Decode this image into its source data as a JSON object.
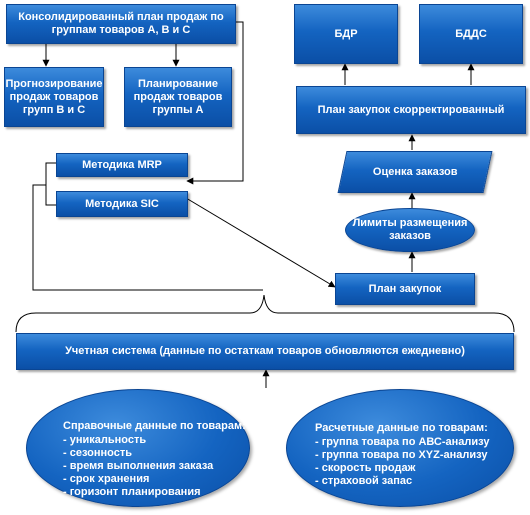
{
  "nodes": {
    "consolidated": "Консолидированный план продаж по группам товаров А, В и С",
    "forecast_bc": "Прогнозирование продаж товаров групп В и С",
    "planning_a": "Планирование продаж товаров группы А",
    "mrp": "Методика MRP",
    "sic": "Методика SIC",
    "bdr": "БДР",
    "bdds": "БДДС",
    "purchase_plan_corrected": "План закупок скорректированный",
    "order_evaluation": "Оценка заказов",
    "order_limits": "Лимиты размещения заказов",
    "purchase_plan": "План закупок",
    "accounting_system": "Учетная система (данные по остаткам товаров обновляются ежедневно)"
  },
  "reference_data": {
    "title": "Справочные данные по товарам:",
    "items": [
      "- уникальность",
      "- сезонность",
      "- время выполнения заказа",
      "- срок хранения",
      "- горизонт планирования"
    ]
  },
  "calculated_data": {
    "title": "Расчетные данные по товарам:",
    "items": [
      "- группа товара по АВС-анализу",
      "- группа товара по XYZ-анализу",
      "- скорость продаж",
      "- страховой запас"
    ]
  },
  "colors": {
    "box_fill": "#1464c1",
    "line": "#000000",
    "text": "#ffffff"
  }
}
